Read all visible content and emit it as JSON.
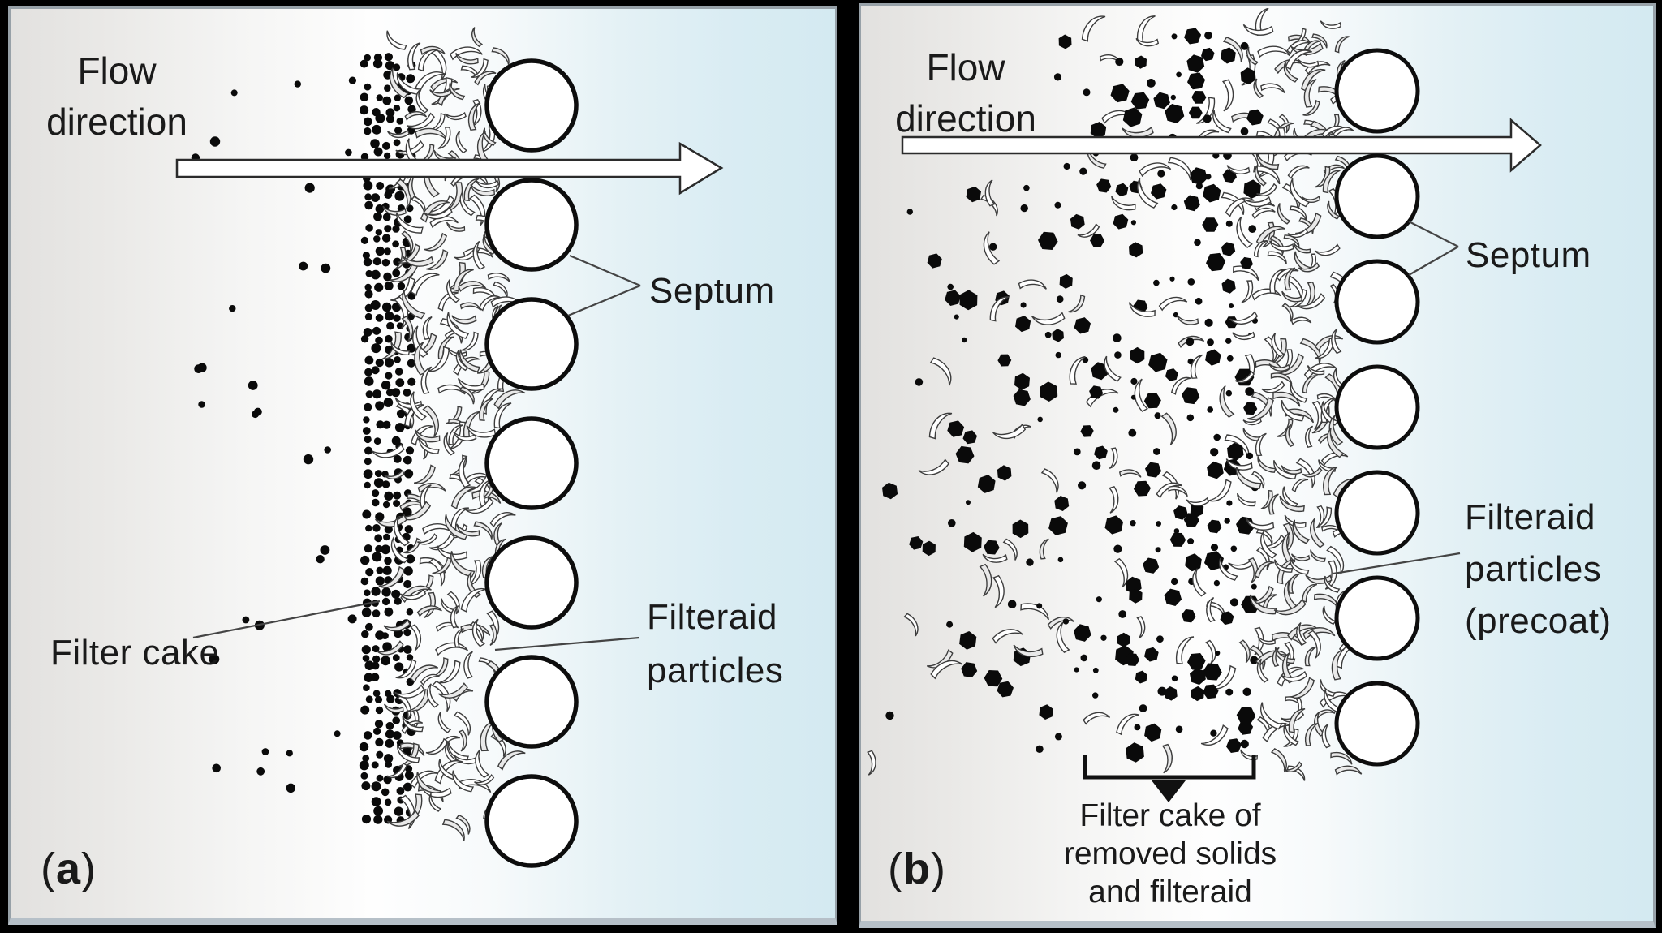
{
  "panel_a": {
    "tag_open": "(",
    "tag_letter": "a",
    "tag_close": ")",
    "flow_line1": "Flow",
    "flow_line2": "direction",
    "septum_label": "Septum",
    "filter_cake_label": "Filter cake",
    "filteraid_line1": "Filteraid",
    "filteraid_line2": "particles"
  },
  "panel_b": {
    "tag_open": "(",
    "tag_letter": "b",
    "tag_close": ")",
    "flow_line1": "Flow",
    "flow_line2": "direction",
    "septum_label": "Septum",
    "filteraid_line1": "Filteraid",
    "filteraid_line2": "particles",
    "filteraid_line3": "(precoat)",
    "caption_line1": "Filter cake of",
    "caption_line2": "removed solids",
    "caption_line3": "and filteraid"
  },
  "colors": {
    "ink": "#1a1a1a",
    "panel_border": "#97a1a8",
    "panel_bottom_strip": "#b6c0c8",
    "bg_gray_left": "#e2e1df",
    "bg_blue_right": "#d4eaf1",
    "particle_gray_fill": "#e9e9e9",
    "solid_particle": "#0a0a0a"
  }
}
